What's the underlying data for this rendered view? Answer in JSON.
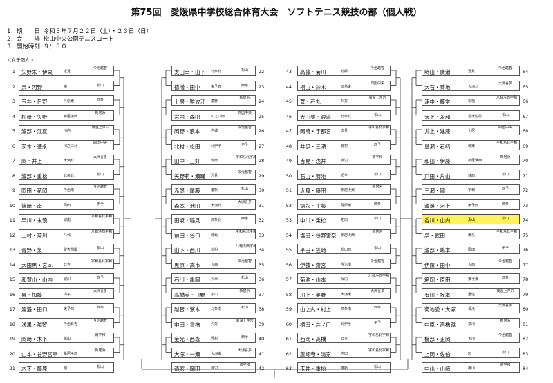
{
  "title": "第75回　愛媛県中学校総合体育大会　ソフトテニス競技の部（個人戦）",
  "info": [
    {
      "key": "1．期　　日",
      "value": "令和５年７月２２日（土）・２３日（日）"
    },
    {
      "key": "2．会　　場",
      "value": "松山中央公園テニスコート"
    },
    {
      "key": "3．開始時刻",
      "value": "９：３０"
    }
  ],
  "section_label": "＜女子個人＞",
  "columns": [
    {
      "side": "left",
      "entries": [
        {
          "num": "1",
          "names": "矢野朱・伊東",
          "aff": [
            "近見",
            "今治越智"
          ]
        },
        {
          "num": "2",
          "names": "泉・河野",
          "aff": [
            "椿",
            "松山"
          ]
        },
        {
          "num": "3",
          "names": "玉井・日野",
          "aff": [
            "丹原東",
            "西条"
          ]
        },
        {
          "num": "4",
          "names": "松﨑・矢野",
          "aff": [
            "新居浜西",
            "新居浜"
          ]
        },
        {
          "num": "5",
          "names": "渡部・江夏",
          "aff": [
            "川内",
            "東温上浮穴"
          ]
        },
        {
          "num": "6",
          "names": "茨木・徳永",
          "aff": [
            "川之江北",
            "四国中央"
          ]
        },
        {
          "num": "7",
          "names": "岡・井上",
          "aff": [
            "大洲北",
            "大洲喜多"
          ]
        },
        {
          "num": "8",
          "names": "渡部・重松",
          "aff": [
            "北条北",
            "松山"
          ]
        },
        {
          "num": "9",
          "names": "岡田・花岡",
          "aff": [
            "今治南",
            "今治越智"
          ]
        },
        {
          "num": "10",
          "names": "篠崎・南",
          "aff": [
            "岡田",
            "伊予"
          ]
        },
        {
          "num": "11",
          "names": "早川・末浪",
          "aff": [
            "城南",
            "宇和島北宇和"
          ]
        },
        {
          "num": "12",
          "names": "上村・菊川",
          "aff": [
            "八代",
            "八幡浜西宇和"
          ]
        },
        {
          "num": "13",
          "names": "青野・泉",
          "aff": [
            "愛大附属",
            "松山"
          ]
        },
        {
          "num": "14",
          "names": "大田黒・宮本",
          "aff": [
            "日吉",
            "宇和島北宇和"
          ]
        },
        {
          "num": "15",
          "names": "和賀山・山内",
          "aff": [
            "城川",
            "西予"
          ]
        },
        {
          "num": "16",
          "names": "泉・加藤",
          "aff": [
            "内子",
            "大洲喜多"
          ]
        },
        {
          "num": "17",
          "names": "渡邉・田口",
          "aff": [
            "東予西",
            "西条"
          ]
        },
        {
          "num": "18",
          "names": "浅里・越智",
          "aff": [
            "今治日吉",
            "今治越智"
          ]
        },
        {
          "num": "19",
          "names": "岡崎・木下",
          "aff": [
            "篠山",
            "南宇和"
          ]
        },
        {
          "num": "20",
          "names": "山本・谷野宮亭",
          "aff": [
            "新居浜西",
            "新居浜"
          ]
        },
        {
          "num": "21",
          "names": "木下・藤原",
          "aff": [
            "旭",
            "松山"
          ]
        }
      ]
    },
    {
      "side": "right",
      "entries": [
        {
          "num": "22",
          "names": "太田幸・山下",
          "aff": [
            "北条北",
            "松山"
          ]
        },
        {
          "num": "23",
          "names": "德増・田中",
          "aff": [
            "東予西",
            "西条"
          ]
        },
        {
          "num": "24",
          "names": "土居・難波江",
          "aff": [
            "角野",
            "新居浜"
          ]
        },
        {
          "num": "25",
          "names": "宮内・森田",
          "aff": [
            "川之江南",
            "四国中央"
          ]
        },
        {
          "num": "26",
          "names": "岡野・浪本",
          "aff": [
            "岩城",
            "今治越智"
          ]
        },
        {
          "num": "27",
          "names": "北村・松田",
          "aff": [
            "北伊予",
            "伊予"
          ]
        },
        {
          "num": "28",
          "names": "田中・三好",
          "aff": [
            "城東",
            "宇和島北宇和"
          ]
        },
        {
          "num": "29",
          "names": "矢野莉・瀬踊",
          "aff": [
            "近見",
            "今治越智"
          ]
        },
        {
          "num": "30",
          "names": "赤尾・尾藤",
          "aff": [
            "雄新",
            "松山"
          ]
        },
        {
          "num": "31",
          "names": "森本・池田",
          "aff": [
            "大洲北",
            "大洲喜多"
          ]
        },
        {
          "num": "32",
          "names": "田坂・稲見",
          "aff": [
            "西条北",
            "西条"
          ]
        },
        {
          "num": "33",
          "names": "前田・谷口",
          "aff": [
            "城北",
            "宇和島北宇和"
          ]
        },
        {
          "num": "34",
          "names": "山下・西川",
          "aff": [
            "松柏",
            "八幡浜西宇和"
          ]
        },
        {
          "num": "35",
          "names": "黒原・高市",
          "aff": [
            "大西",
            "今治越智"
          ]
        },
        {
          "num": "36",
          "names": "石川・亀岡",
          "aff": [
            "久米",
            "松山"
          ]
        },
        {
          "num": "37",
          "names": "高橋美・日野",
          "aff": [
            "泉川",
            "新居浜"
          ]
        },
        {
          "num": "38",
          "names": "越智・濱本",
          "aff": [
            "北条南",
            "松山"
          ]
        },
        {
          "num": "39",
          "names": "中田・倉橋",
          "aff": [
            "久万",
            "東温上浮穴"
          ]
        },
        {
          "num": "40",
          "names": "金光・西森",
          "aff": [
            "野村",
            "西予"
          ]
        },
        {
          "num": "41",
          "names": "大塚・一瀬",
          "aff": [
            "大洲東",
            "大洲喜多"
          ]
        },
        {
          "num": "42",
          "names": "清家・岡田",
          "aff": [
            "城辺",
            "南宇和"
          ]
        }
      ]
    },
    {
      "side": "left",
      "entries": [
        {
          "num": "43",
          "names": "高藤・菊川",
          "aff": [
            "北郷",
            "今治越智"
          ]
        },
        {
          "num": "44",
          "names": "桐山・鈴木",
          "aff": [
            "三島東",
            "四国中央"
          ]
        },
        {
          "num": "45",
          "names": "菅・石丸",
          "aff": [
            "久万",
            "東温上浮穴"
          ]
        },
        {
          "num": "46",
          "names": "大田夢・渡邉",
          "aff": [
            "北条北",
            "松山"
          ]
        },
        {
          "num": "47",
          "names": "岡﨑・宇都宮",
          "aff": [
            "広見",
            "宇和島北宇和"
          ]
        },
        {
          "num": "48",
          "names": "井伊・三瀬",
          "aff": [
            "野村",
            "西予"
          ]
        },
        {
          "num": "49",
          "names": "吉見・浅井",
          "aff": [
            "城辺",
            "南宇和"
          ]
        },
        {
          "num": "50",
          "names": "石山・菊池",
          "aff": [
            "垣生",
            "松山"
          ]
        },
        {
          "num": "51",
          "names": "近藤・藤田",
          "aff": [
            "新居浜東",
            "新居浜"
          ]
        },
        {
          "num": "52",
          "names": "德永・工藤",
          "aff": [
            "丹原東",
            "西条"
          ]
        },
        {
          "num": "53",
          "names": "中川・乗松",
          "aff": [
            "拓南",
            "松山"
          ]
        },
        {
          "num": "54",
          "names": "塩田・谷野宮奈",
          "aff": [
            "新居浜西",
            "新居浜"
          ]
        },
        {
          "num": "55",
          "names": "平田・笠崎",
          "aff": [
            "松山西",
            "松山"
          ]
        },
        {
          "num": "56",
          "names": "伊藤・齋宮",
          "aff": [
            "今治南",
            "今治越智"
          ]
        },
        {
          "num": "57",
          "names": "菊池・山本",
          "aff": [
            "保内",
            "八幡浜西宇和"
          ]
        },
        {
          "num": "58",
          "names": "川上・奥野",
          "aff": [
            "大洲東",
            "大洲喜多"
          ]
        },
        {
          "num": "59",
          "names": "山之内・村上",
          "aff": [
            "西条南",
            "西条"
          ]
        },
        {
          "num": "60",
          "names": "横田・井ノ口",
          "aff": [
            "北伊予",
            "伊予"
          ]
        },
        {
          "num": "61",
          "names": "西岡・高橋",
          "aff": [
            "日吉",
            "宇和島北宇和"
          ]
        },
        {
          "num": "62",
          "names": "蘆師寺・清家",
          "aff": [
            "吉田",
            "宇和島北宇和"
          ]
        },
        {
          "num": "63",
          "names": "玉井・重松",
          "aff": [
            "雄新",
            "松山"
          ]
        }
      ]
    },
    {
      "side": "right",
      "entries": [
        {
          "num": "64",
          "names": "﨑山・廣瀬",
          "aff": [
            "近見",
            "今治越智"
          ]
        },
        {
          "num": "65",
          "names": "大石・菊地",
          "aff": [
            "大洲北",
            "大洲喜多"
          ]
        },
        {
          "num": "66",
          "names": "浦中・藤堂",
          "aff": [
            "松柏",
            "八幡浜西宇和"
          ]
        },
        {
          "num": "67",
          "names": "大上・永和",
          "aff": [
            "愛大附属",
            "松山"
          ]
        },
        {
          "num": "68",
          "names": "井上・進藤",
          "aff": [
            "土居",
            "四国中央"
          ]
        },
        {
          "num": "69",
          "names": "島瀬・石崎",
          "aff": [
            "城東",
            "宇和島北宇和"
          ]
        },
        {
          "num": "70",
          "names": "和田・伊藤",
          "aff": [
            "新居浜西",
            "新居浜"
          ]
        },
        {
          "num": "71",
          "names": "戸田・片山",
          "aff": [
            "城西",
            "松山"
          ]
        },
        {
          "num": "72",
          "names": "三瀬・岡",
          "aff": [
            "宇和",
            "西予"
          ]
        },
        {
          "num": "73",
          "names": "渡邊・河上",
          "aff": [
            "東予西",
            "西条"
          ]
        },
        {
          "num": "74",
          "names": "香川・山内",
          "aff": [
            "湯山",
            "松山"
          ],
          "highlight": true
        },
        {
          "num": "75",
          "names": "泉・武田",
          "aff": [
            "津島",
            "宇和島北宇和"
          ]
        },
        {
          "num": "76",
          "names": "渡部・嶋本",
          "aff": [
            "岡田",
            "伊予"
          ]
        },
        {
          "num": "77",
          "names": "伊藤・田中",
          "aff": [
            "大西",
            "今治越智"
          ]
        },
        {
          "num": "78",
          "names": "箱岡・原田",
          "aff": [
            "東予東",
            "西条"
          ]
        },
        {
          "num": "79",
          "names": "有田・坂本",
          "aff": [
            "重信",
            "東温上浮穴"
          ]
        },
        {
          "num": "80",
          "names": "菊地愛・大塚",
          "aff": [
            "長浜",
            "大洲喜多"
          ]
        },
        {
          "num": "81",
          "names": "中原・高橋雅",
          "aff": [
            "泉川",
            "新居浜"
          ]
        },
        {
          "num": "82",
          "names": "櫛部・正岡",
          "aff": [
            "玉川",
            "今治越智"
          ]
        },
        {
          "num": "83",
          "names": "上岡・佐伯",
          "aff": [
            "旭",
            "松山"
          ]
        },
        {
          "num": "84",
          "names": "中山・山﨑",
          "aff": [
            "篠山",
            "南宇和"
          ]
        }
      ]
    }
  ]
}
